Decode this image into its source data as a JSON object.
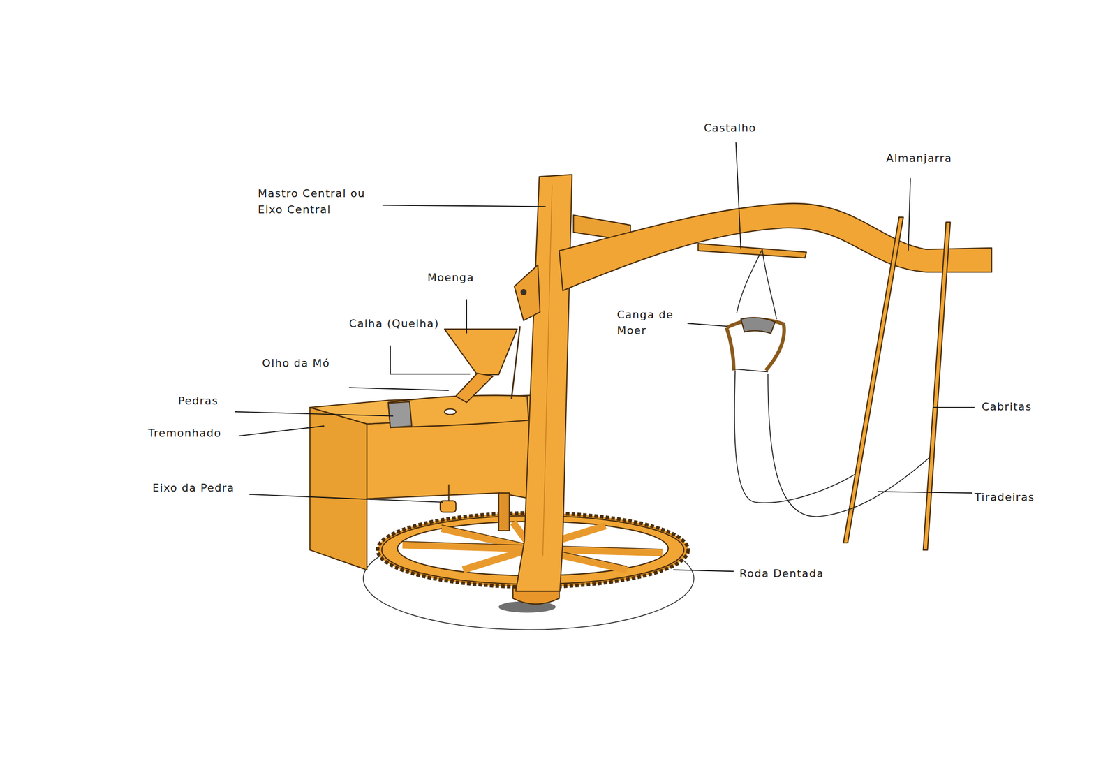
{
  "diagram": {
    "labels": [
      "Mastro Central ou Eixo Central",
      "Castalho",
      "Almanjarra",
      "Moenga",
      "Calha (Quelha)",
      "Olho da Mó",
      "Pedras",
      "Tremonhado",
      "Eixo da Pedra",
      "Canga de Moer",
      "Cabritas",
      "Tiradeiras",
      "Roda Dentada"
    ]
  }
}
